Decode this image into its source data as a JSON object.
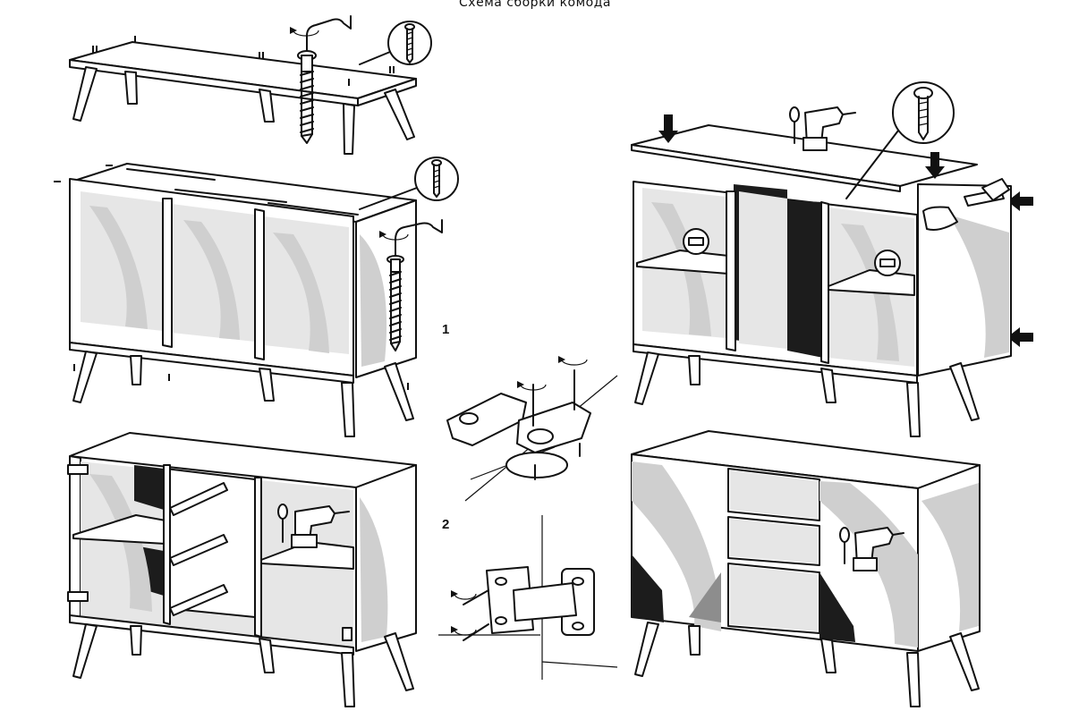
{
  "title": "Схема сборки комода",
  "steps": {
    "hinge_step_1": "1",
    "hinge_step_2": "2"
  },
  "colors": {
    "ink": "#111111",
    "shade_light": "#cfcfcf",
    "shade_dark": "#1c1c1c",
    "background": "#ffffff"
  },
  "icons": [
    "hex-key-icon",
    "screw-icon",
    "dowel-icon",
    "drill-icon",
    "hammer-icon",
    "push-arrow-icon",
    "rotate-icon"
  ]
}
